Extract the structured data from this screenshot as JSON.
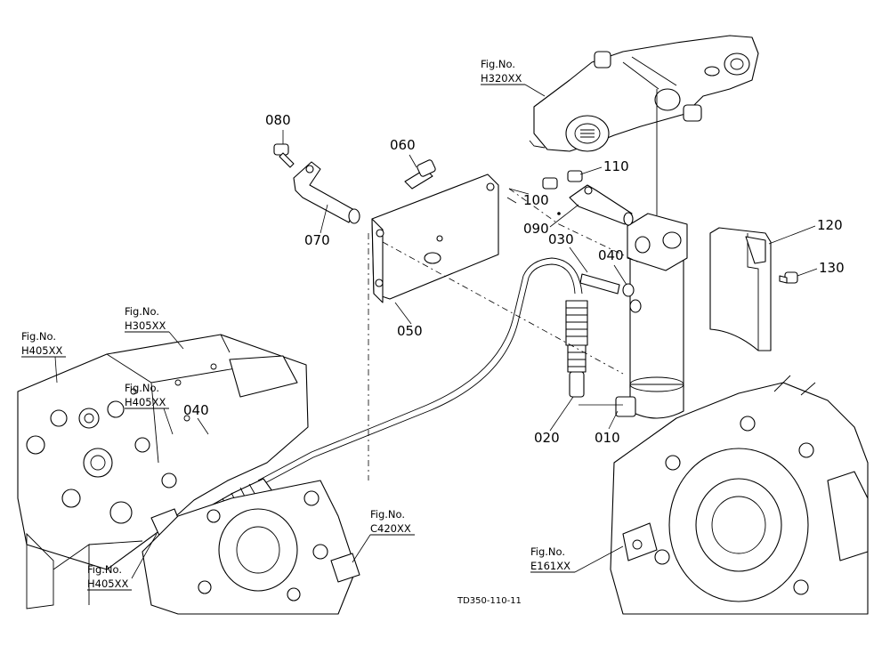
{
  "diagram_code": "TD350-110-11",
  "part_numbers": [
    "010",
    "020",
    "030",
    "040",
    "040",
    "050",
    "060",
    "070",
    "080",
    "090",
    "100",
    "110",
    "120",
    "130"
  ],
  "figure_refs": [
    {
      "label": "Fig.No.",
      "code": "H320XX"
    },
    {
      "label": "Fig.No.",
      "code": "H305XX"
    },
    {
      "label": "Fig.No.",
      "code": "H405XX"
    },
    {
      "label": "Fig.No.",
      "code": "H405XX"
    },
    {
      "label": "Fig.No.",
      "code": "H405XX"
    },
    {
      "label": "Fig.No.",
      "code": "C420XX"
    },
    {
      "label": "Fig.No.",
      "code": "E161XX"
    }
  ]
}
